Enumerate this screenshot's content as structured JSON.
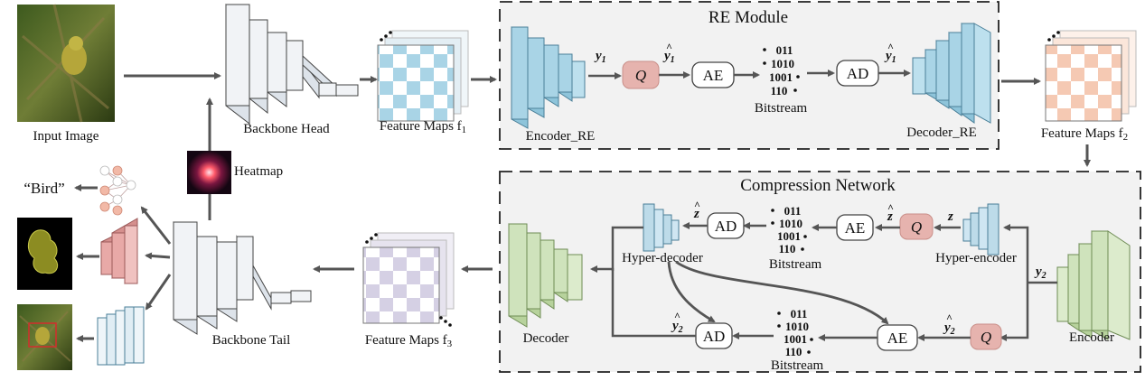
{
  "input_image_label": "Input Image",
  "backbone_head_label": "Backbone Head",
  "backbone_tail_label": "Backbone Tail",
  "heatmap_label": "Heatmap",
  "bird_label": "“Bird”",
  "feature_maps": {
    "f1": "Feature Maps f",
    "f1_sub": "1",
    "f2": "Feature Maps f",
    "f2_sub": "2",
    "f3": "Feature Maps f",
    "f3_sub": "3"
  },
  "re_module": {
    "title": "RE Module",
    "encoder": "Encoder_RE",
    "decoder": "Decoder_RE",
    "y1": "y",
    "y1_sub": "1",
    "q": "Q",
    "ae": "AE",
    "ad": "AD",
    "bitstream_label": "Bitstream",
    "bits": [
      "011",
      "1010",
      "1001",
      "110"
    ]
  },
  "compression": {
    "title": "Compression Network",
    "encoder": "Encoder",
    "decoder": "Decoder",
    "hyper_encoder": "Hyper-encoder",
    "hyper_decoder": "Hyper-decoder",
    "z": "z",
    "y2": "y",
    "y2_sub": "2",
    "q": "Q",
    "ae": "AE",
    "ad": "AD",
    "bitstream_label": "Bitstream",
    "bits": [
      "011",
      "1010",
      "1001",
      "110"
    ]
  },
  "colors": {
    "blue_block": "#a9d4e6",
    "green_block": "#cfe3bc",
    "pink_block": "#e8a9a7",
    "q_fill": "#e6b3ae",
    "panel_bg": "#f2f2f2",
    "arrow": "#555555"
  }
}
